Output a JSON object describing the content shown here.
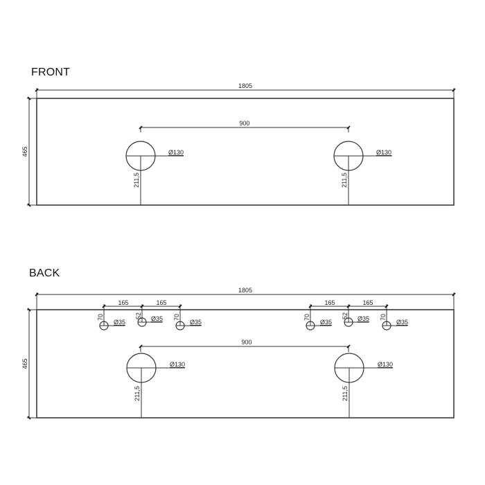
{
  "views": [
    {
      "title": "FRONT",
      "overall_width": "1805",
      "overall_height": "465",
      "large_holes": [
        {
          "diameter_label": "Ø130",
          "height_label": "211,5"
        },
        {
          "diameter_label": "Ø130",
          "height_label": "211,5"
        }
      ],
      "hole_spacing": "900"
    },
    {
      "title": "BACK",
      "overall_width": "1805",
      "overall_height": "465",
      "small_hole_groups": [
        {
          "spacings": [
            "165",
            "165"
          ],
          "holes": [
            {
              "diameter_label": "Ø35",
              "offset_label": "70"
            },
            {
              "diameter_label": "Ø35",
              "offset_label": "52"
            },
            {
              "diameter_label": "Ø35",
              "offset_label": "70"
            }
          ]
        },
        {
          "spacings": [
            "165",
            "165"
          ],
          "holes": [
            {
              "diameter_label": "Ø35",
              "offset_label": "70"
            },
            {
              "diameter_label": "Ø35",
              "offset_label": "52"
            },
            {
              "diameter_label": "Ø35",
              "offset_label": "70"
            }
          ]
        }
      ],
      "large_holes": [
        {
          "diameter_label": "Ø130",
          "height_label": "211,5"
        },
        {
          "diameter_label": "Ø130",
          "height_label": "211,5"
        }
      ],
      "hole_spacing": "900"
    }
  ]
}
